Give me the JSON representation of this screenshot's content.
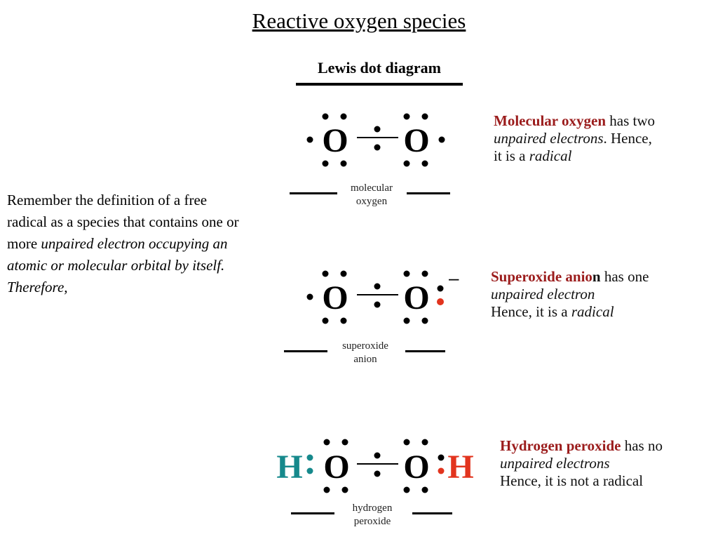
{
  "title": "Reactive oxygen species",
  "intro": {
    "plain": "Remember the definition of a free radical as a species that contains one or more ",
    "italic": "unpaired electron occupying an atomic or molecular orbital by itself. Therefore,"
  },
  "diagram_header": "Lewis dot diagram",
  "atoms": {
    "oxygen": "O",
    "hydrogen": "H"
  },
  "charge": "–",
  "colors": {
    "highlight": "#9b1c1c",
    "red_dot": "#e2341e",
    "teal_h": "#16898c",
    "red_h": "#e2341e"
  },
  "species": [
    {
      "caption_line1": "molecular",
      "caption_line2": "oxygen",
      "name": "Molecular oxygen",
      "desc_rest1": " has two",
      "desc_italic": "unpaired electrons",
      "desc_line2_rest": ". Hence,",
      "desc_line3_plain": "it is a ",
      "desc_line3_italic": "radical"
    },
    {
      "caption_line1": "superoxide",
      "caption_line2": "anion",
      "name": "Superoxide anio",
      "name_tail": "n",
      "desc_rest1": " has one",
      "desc_italic": "unpaired electron",
      "desc_line3_plain": "Hence, it is a ",
      "desc_line3_italic": "radical"
    },
    {
      "caption_line1": "hydrogen",
      "caption_line2": "peroxide",
      "name": "Hydrogen peroxide",
      "desc_rest1": " has no",
      "desc_italic": "unpaired electrons",
      "desc_line3_plain": "Hence, it is not a radical"
    }
  ]
}
